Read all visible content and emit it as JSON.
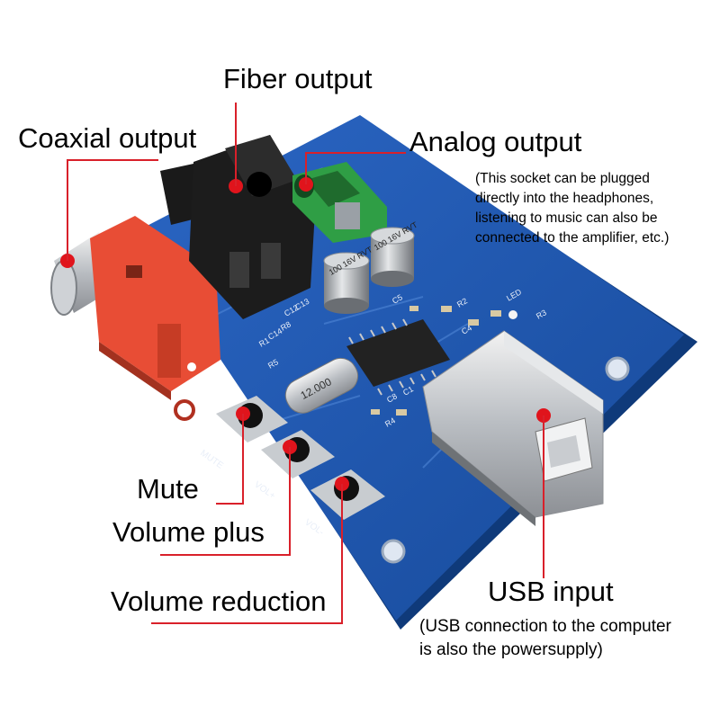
{
  "labels": {
    "fiber_output": "Fiber output",
    "coaxial_output": "Coaxial output",
    "analog_output": "Analog output",
    "analog_note": [
      "(This socket can be plugged",
      "directly into the headphones,",
      "listening to music can also be",
      "connected to the amplifier, etc.)"
    ],
    "mute": "Mute",
    "volume_plus": "Volume plus",
    "volume_reduction": "Volume reduction",
    "usb_input": "USB input",
    "usb_note": [
      "(USB connection to the computer",
      "is also the powersupply)"
    ]
  },
  "board": {
    "silkscreen": {
      "mute": "MUTE",
      "vol_plus": "VOL+",
      "vol_minus": "VOL-",
      "crystal": "12.000",
      "cap_text": [
        "100",
        "16V",
        "RVT"
      ],
      "components": [
        "C12",
        "C13",
        "R8",
        "C14",
        "R1",
        "C5",
        "R2",
        "C4",
        "R5",
        "C1",
        "C8",
        "R4",
        "LED",
        "R3"
      ]
    }
  },
  "colors": {
    "pcb_blue": "#1f57b0",
    "pointer_red": "#d9202a",
    "marker_red": "#e0141c",
    "connector_red": "#e84d35",
    "jack_green": "#2f9e45"
  }
}
